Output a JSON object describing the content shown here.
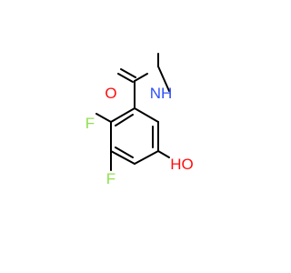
{
  "colors": {
    "bond": "#000000",
    "oxygen": "#ff0d0d",
    "nitrogen": "#3050f8",
    "fluorine": "#90e050",
    "background": "#ffffff"
  },
  "atoms": {
    "o_carbonyl": {
      "text": "O",
      "element": "oxygen"
    },
    "nh": {
      "text": "NH",
      "element": "nitrogen"
    },
    "f_upper": {
      "text": "F",
      "element": "fluorine"
    },
    "f_lower": {
      "text": "F",
      "element": "fluorine"
    },
    "ho": {
      "text": "HO",
      "element": "oxygen"
    }
  }
}
